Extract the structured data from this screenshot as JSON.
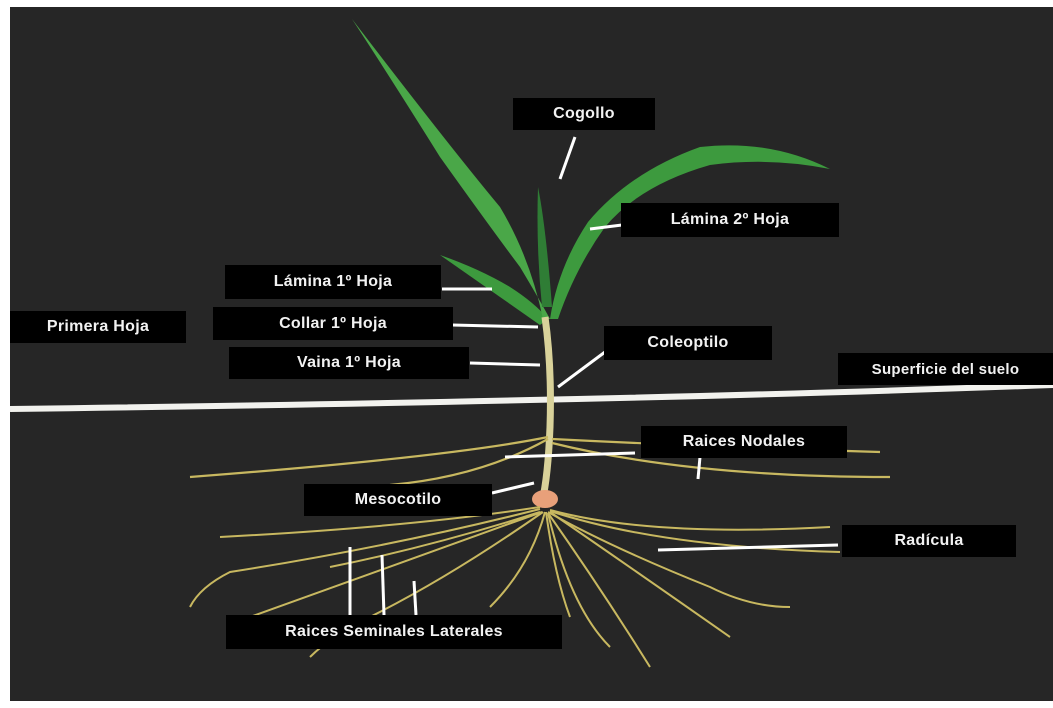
{
  "diagram": {
    "labels": {
      "cogollo": "Cogollo",
      "lamina_2": "Lámina 2º Hoja",
      "lamina_1": "Lámina 1º Hoja",
      "primera_hoja": "Primera Hoja",
      "collar_1": "Collar 1º Hoja",
      "vaina_1": "Vaina  1º Hoja",
      "coleoptilo": "Coleoptilo",
      "superficie": "Superficie del suelo",
      "raices_nodales": "Raices Nodales",
      "mesocotilo": "Mesocotilo",
      "radicula": "Radícula",
      "raices_seminales": "Raices Seminales Laterales"
    },
    "colors": {
      "background": "#262626",
      "leaf": "#3d9a3e",
      "stem": "#d9d29a",
      "root": "#c8b860",
      "soil_line": "#f2f2ee",
      "label_bg": "#000000",
      "label_text": "#f2f2f2"
    }
  }
}
